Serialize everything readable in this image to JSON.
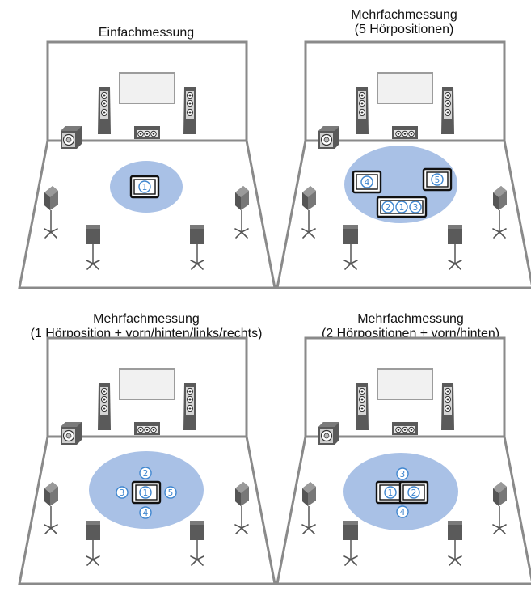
{
  "diagrams": [
    {
      "title_lines": [
        "Einfachmessung"
      ],
      "positions": [
        {
          "label": "1"
        }
      ]
    },
    {
      "title_lines": [
        "Mehrfachmessung",
        "(5 Hörpositionen)"
      ],
      "positions": [
        {
          "label": "4"
        },
        {
          "label": "5"
        },
        {
          "label": "2"
        },
        {
          "label": "1"
        },
        {
          "label": "3"
        }
      ]
    },
    {
      "title_lines": [
        "Mehrfachmessung",
        "(1 Hörposition + vorn/hinten/links/rechts)"
      ],
      "positions": [
        {
          "label": "2"
        },
        {
          "label": "3"
        },
        {
          "label": "1"
        },
        {
          "label": "5"
        },
        {
          "label": "4"
        }
      ]
    },
    {
      "title_lines": [
        "Mehrfachmessung",
        "(2 Hörpositionen + vorn/hinten)"
      ],
      "positions": [
        {
          "label": "3"
        },
        {
          "label": "1"
        },
        {
          "label": "2"
        },
        {
          "label": "4"
        }
      ]
    }
  ],
  "colors": {
    "wall": "#8a8a8a",
    "screen": "#f1f1f1",
    "speaker": "#5a5a5a",
    "area": "#a9c1e6",
    "mic_ring": "#3f86cf"
  },
  "icons": {
    "tv": "tv-screen-icon",
    "front_speaker": "tower-speaker-icon",
    "center": "center-speaker-icon",
    "subwoofer": "subwoofer-icon",
    "surround": "surround-speaker-icon",
    "surround_back": "rear-speaker-icon",
    "seat": "armchair-icon",
    "mic": "mic-position-icon"
  }
}
